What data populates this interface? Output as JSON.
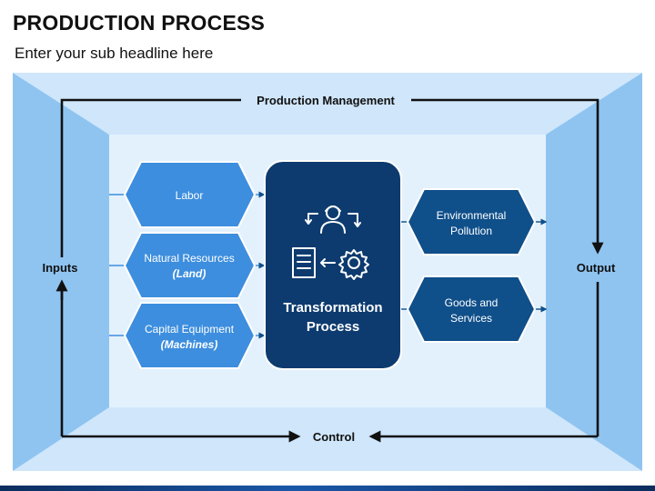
{
  "page": {
    "title": "PRODUCTION PROCESS",
    "subtitle": "Enter your sub headline here"
  },
  "diagram": {
    "top_label": "Production Management",
    "bottom_label": "Control",
    "left_label": "Inputs",
    "right_label": "Output",
    "inputs": [
      {
        "line1": "Labor",
        "line2": ""
      },
      {
        "line1": "Natural Resources",
        "line2": "(Land)"
      },
      {
        "line1": "Capital Equipment",
        "line2": "(Machines)"
      }
    ],
    "center": {
      "line1": "Transformation",
      "line2": "Process"
    },
    "outputs": [
      {
        "line1": "Environmental",
        "line2": "Pollution"
      },
      {
        "line1": "Goods and",
        "line2": "Services"
      }
    ]
  },
  "colors": {
    "frame_light": "#cfe6fb",
    "frame_mid": "#8fc4f1",
    "frame_side": "#7bb9ee",
    "input_hex": "#3d8ede",
    "center_box": "#0d3b6f",
    "output_hex": "#0f4f8a",
    "line": "#111111"
  }
}
